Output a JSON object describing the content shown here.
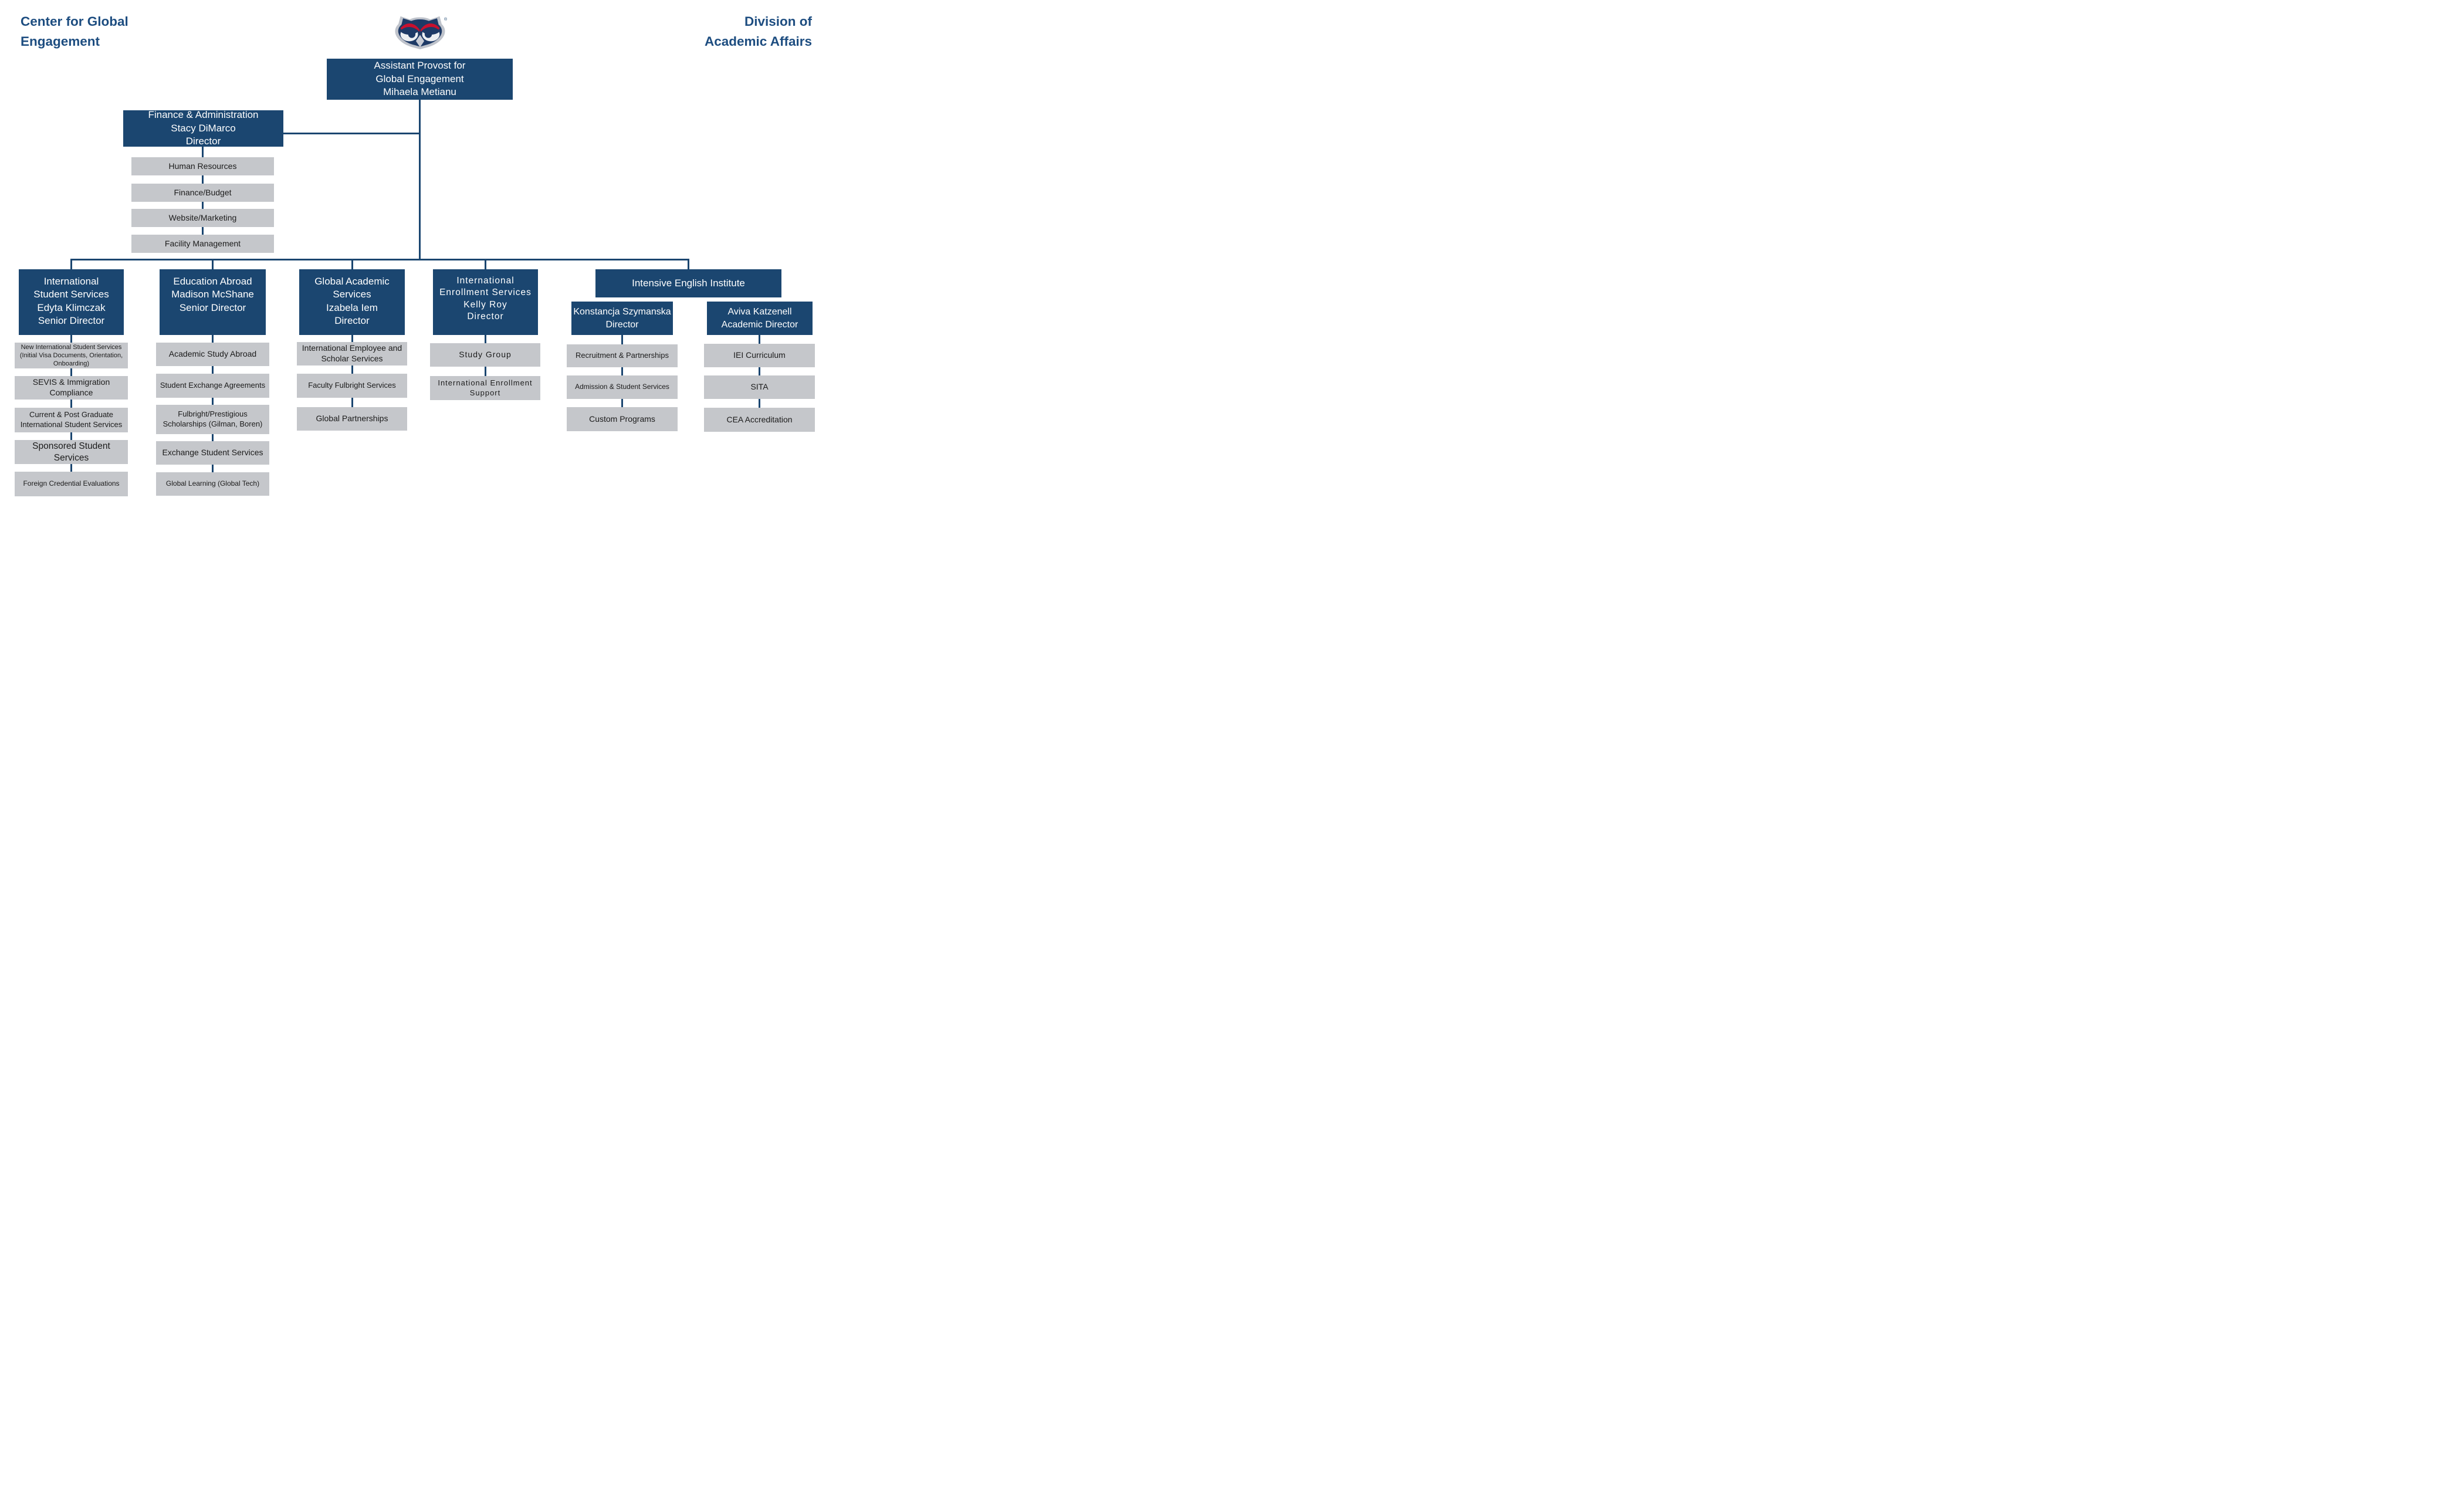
{
  "titles": {
    "left1": "Center for Global",
    "left2": "Engagement",
    "right1": "Division of",
    "right2": "Academic Affairs"
  },
  "logo": {
    "name": "fau-owl-logo",
    "trademark": "®"
  },
  "root": {
    "l1": "Assistant Provost for",
    "l2": "Global Engagement",
    "l3": "Mihaela Metianu"
  },
  "finance": {
    "l1": "Finance & Administration",
    "l2": "Stacy DiMarco",
    "l3": "Director",
    "children": [
      "Human Resources",
      "Finance/Budget",
      "Website/Marketing",
      "Facility Management"
    ]
  },
  "columns": [
    {
      "header": {
        "l1": "International",
        "l2": "Student Services",
        "l3": "Edyta Klimczak",
        "l4": "Senior Director"
      },
      "children": [
        "New International Student Services (Initial Visa Documents, Orientation, Onboarding)",
        "SEVIS & Immigration Compliance",
        "Current & Post Graduate International Student Services",
        "Sponsored Student Services",
        "Foreign Credential Evaluations"
      ]
    },
    {
      "header": {
        "l1": "Education Abroad",
        "l2": "Madison McShane",
        "l3": "Senior Director",
        "l4": ""
      },
      "children": [
        "Academic Study Abroad",
        "Student Exchange Agreements",
        "Fulbright/Prestigious Scholarships (Gilman, Boren)",
        "Exchange Student Services",
        "Global Learning (Global Tech)"
      ]
    },
    {
      "header": {
        "l1": "Global Academic",
        "l2": "Services",
        "l3": "Izabela Iem",
        "l4": "Director"
      },
      "children": [
        "International Employee and Scholar Services",
        "Faculty Fulbright Services",
        "Global Partnerships"
      ]
    },
    {
      "header": {
        "l1": "International",
        "l2": "Enrollment Services",
        "l3": "Kelly Roy",
        "l4": "Director"
      },
      "children": [
        "Study Group",
        "International Enrollment Support"
      ]
    }
  ],
  "iei": {
    "header": "Intensive English Institute",
    "left": {
      "header": {
        "l1": "Konstancja Szymanska",
        "l2": "Director"
      },
      "children": [
        "Recruitment & Partnerships",
        "Admission & Student Services",
        "Custom Programs"
      ]
    },
    "right": {
      "header": {
        "l1": "Aviva Katzenell",
        "l2": "Academic Director"
      },
      "children": [
        "IEI Curriculum",
        "SITA",
        "CEA Accreditation"
      ]
    }
  },
  "colors": {
    "navy": "#1B4670",
    "gray": "#C5C7CB",
    "title": "#1D4D80",
    "line": "#1B4670",
    "red": "#C8102E",
    "silver": "#BFC3CB"
  }
}
